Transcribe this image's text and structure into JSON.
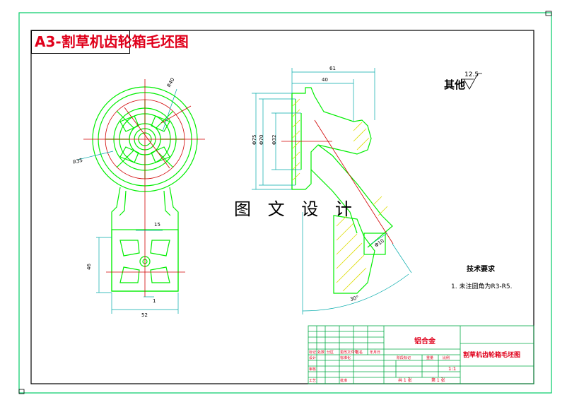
{
  "title": "A3-割草机齿轮箱毛坯图",
  "watermark": "图 文 设 计",
  "roughness": {
    "label": "其他",
    "value": "12.5"
  },
  "tech_requirements": {
    "heading": "技术要求",
    "note": "1. 未注圆角为R3-R5."
  },
  "dimensions": {
    "top_overall": "61",
    "top_inner": "40",
    "dia_75": "Φ75",
    "dia_70": "Φ70",
    "dia_32": "Φ32",
    "radius_40": "R40",
    "radius_35": "R35",
    "width_15": "15",
    "height_46": "46",
    "width_52": "52",
    "small_1": "1",
    "angle_30": "30°",
    "dia_10": "Φ10"
  },
  "title_block": {
    "material": "铝合金",
    "part_name": "割草机齿轮箱毛坯图",
    "scale": "1:1",
    "sheet_total": "共 1 张",
    "sheet_no": "第 1 张",
    "stage_mark": "阶段标记",
    "weight": "重量",
    "scale_label": "比例",
    "mark": "标记",
    "count": "处数",
    "zone": "分区",
    "change_doc": "更改文件号",
    "design": "设计",
    "check": "审核",
    "process": "工艺",
    "standard": "标准化",
    "approve": "批准",
    "signature": "签名",
    "date": "年月日"
  }
}
